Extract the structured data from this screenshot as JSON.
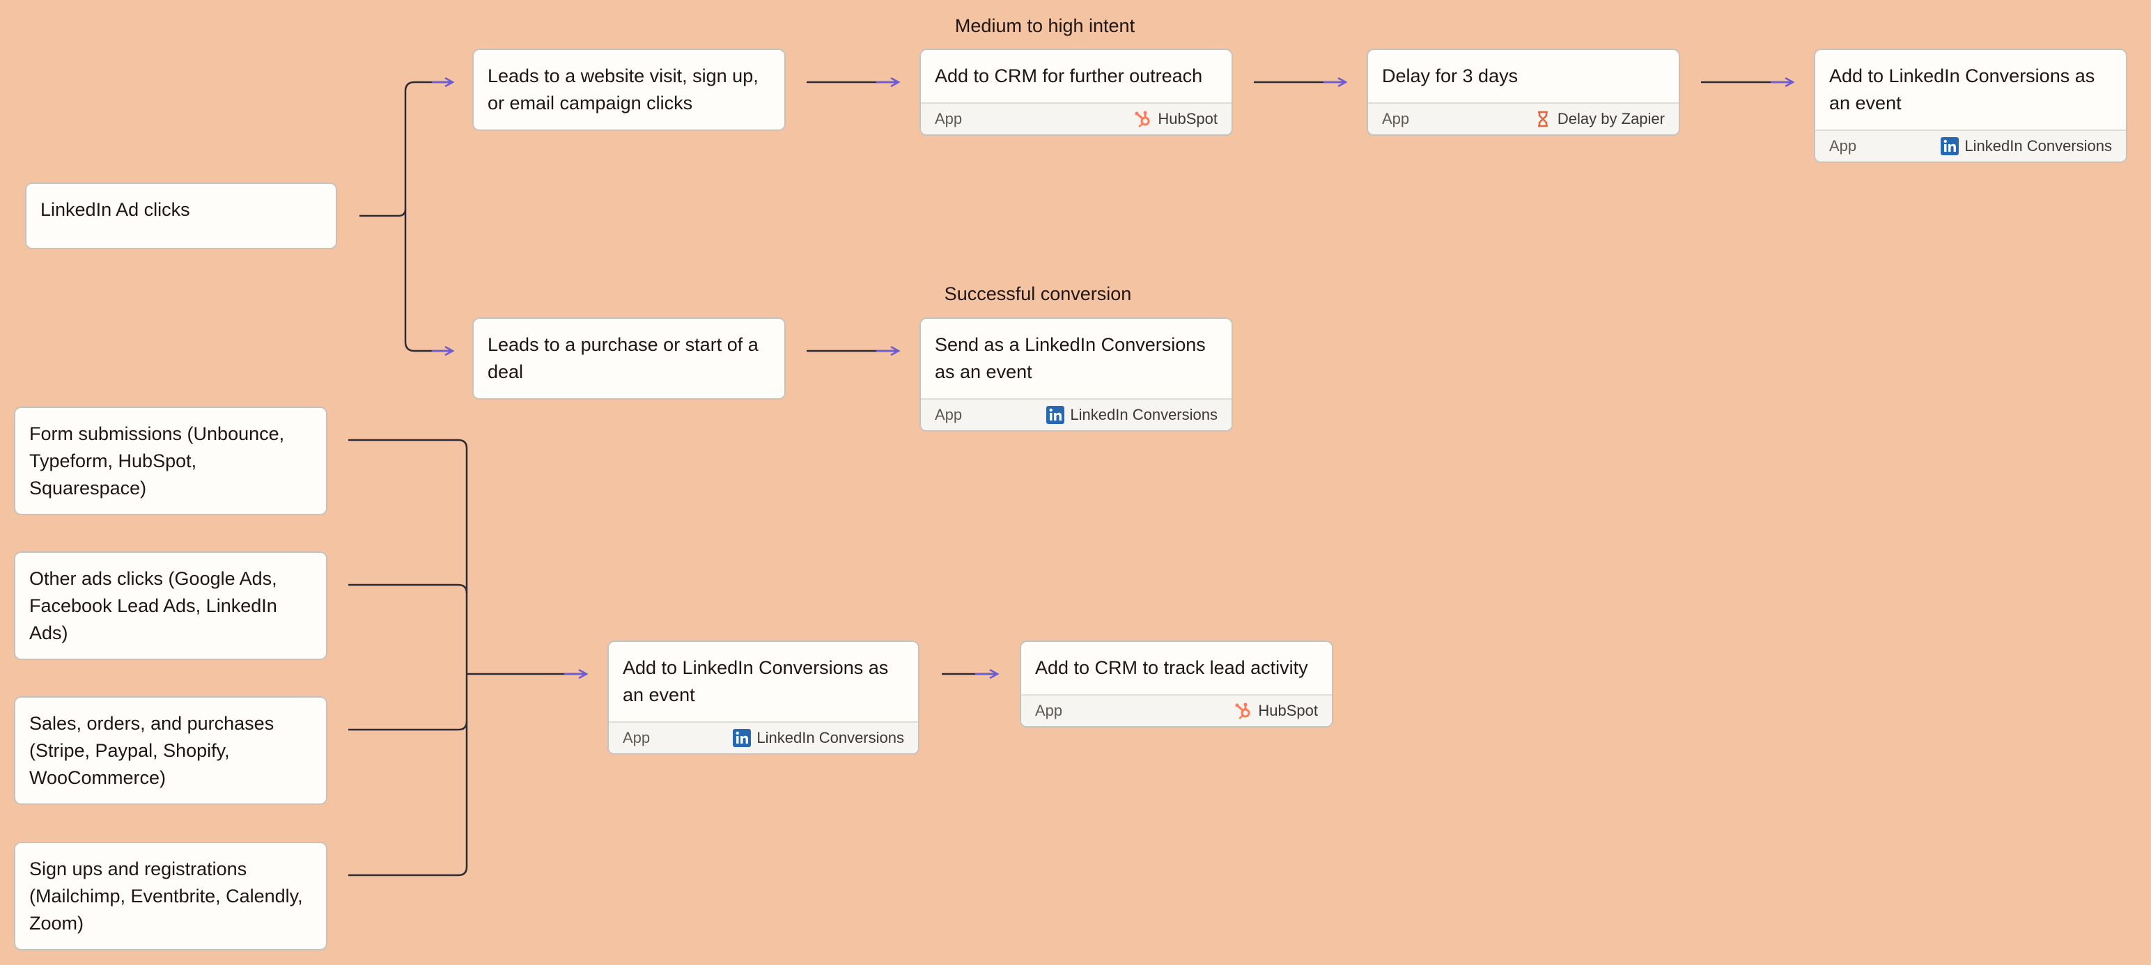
{
  "colors": {
    "background": "#f4c4a2",
    "card": "#fffdf9",
    "connector": "#2b2a35",
    "arrow": "#6b5bd6",
    "hubspot": "#ff7a59",
    "linkedin": "#2867b2",
    "zapier_delay": "#e2673b"
  },
  "labels": {
    "medium_intent": "Medium to high intent",
    "successful_conversion": "Successful conversion"
  },
  "cards": {
    "linkedin_ad_clicks": "LinkedIn Ad clicks",
    "website_visit": "Leads to a website visit, sign up, or email campaign clicks",
    "add_crm_outreach": "Add to CRM for further outreach",
    "delay_3_days": "Delay for 3 days",
    "add_linkedin_conv_top": "Add to LinkedIn Conversions as an event",
    "purchase_deal": "Leads to a purchase or start of a deal",
    "send_linkedin_conv": "Send as a LinkedIn Conversions as an event",
    "form_submissions": "Form submissions (Unbounce, Typeform, HubSpot, Squarespace)",
    "other_ads": "Other ads clicks (Google Ads, Facebook Lead Ads, LinkedIn Ads)",
    "sales_orders": "Sales, orders, and purchases (Stripe, Paypal, Shopify, WooCommerce)",
    "sign_ups": "Sign ups and registrations (Mailchimp, Eventbrite, Calendly, Zoom)",
    "add_linkedin_conv_bottom": "Add to LinkedIn Conversions as an event",
    "add_crm_track": "Add to CRM to track lead activity"
  },
  "footers": {
    "kind": "App",
    "hubspot": "HubSpot",
    "delay_by_zapier": "Delay by Zapier",
    "linkedin_conversions": "LinkedIn Conversions"
  },
  "icons": {
    "hubspot": "hubspot-icon",
    "delay": "hourglass-icon",
    "linkedin": "linkedin-icon"
  }
}
